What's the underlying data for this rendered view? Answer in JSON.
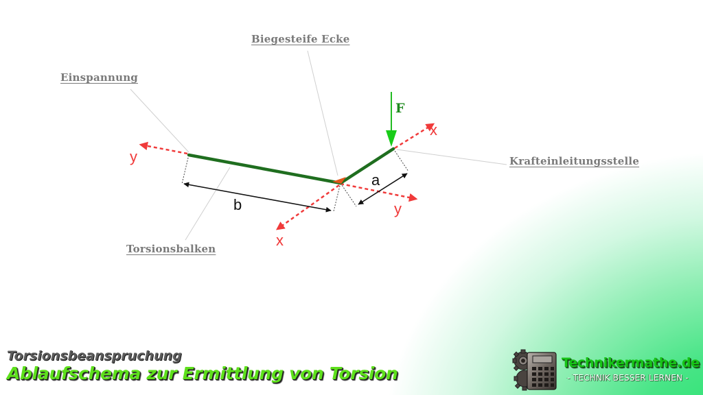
{
  "diagram": {
    "labels": {
      "einspannung": "Einspannung",
      "biegesteife_ecke": "Biegesteife Ecke",
      "krafteinleitungsstelle": "Krafteinleitungsstelle",
      "torsionsbalken": "Torsionsbalken"
    },
    "symbols": {
      "force": "F",
      "dim_a": "a",
      "dim_b": "b",
      "axis_y_left": "y",
      "axis_x_bottom": "x",
      "axis_x_right": "x",
      "axis_y_right": "y"
    },
    "colors": {
      "beam": "#1f6e1f",
      "force_arrow": "#22bb22",
      "axis": "#f03a3a",
      "corner": "#e0561a",
      "dimension": "#111111",
      "callout_text": "#7a7a7a",
      "leader_line": "#cccccc"
    }
  },
  "footer": {
    "subtitle": "Torsionsbeanspruchung",
    "title": "Ablaufschema zur Ermittlung von Torsion"
  },
  "brand": {
    "name": "Technikermathe.de",
    "tagline": "- TECHNIK BESSER LERNEN -",
    "icon": "gear-calculator-icon"
  }
}
